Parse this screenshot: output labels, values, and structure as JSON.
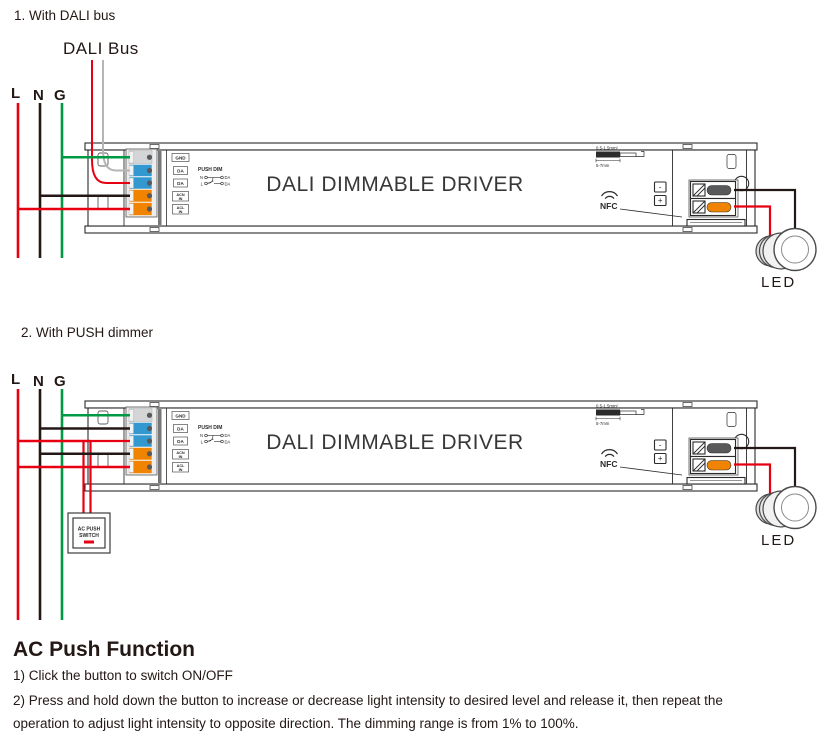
{
  "colors": {
    "live_wire": "#e60012",
    "neutral_wire": "#231815",
    "ground_wire": "#009a44",
    "dali_wire_red": "#e60012",
    "dali_wire_gray": "#b5b5b6",
    "terminal_blue": "#3498d0",
    "terminal_orange": "#f08300",
    "outline": "#2b2b2b"
  },
  "section1": {
    "title": "1. With DALI bus",
    "bus_label": "DALI Bus",
    "l": "L",
    "n": "N",
    "g": "G",
    "led": "LED"
  },
  "section2": {
    "title": "2. With PUSH dimmer",
    "l": "L",
    "n": "N",
    "g": "G",
    "led": "LED",
    "switch_line1": "AC PUSH",
    "switch_line2": "SWITCH"
  },
  "driver": {
    "title": "DALI DIMMABLE DRIVER",
    "terminals": {
      "t1": "GND",
      "t2": "DA",
      "t3": "DA",
      "t4a": "ACN",
      "t4b": "IN",
      "t5a": "ACL",
      "t5b": "IN"
    },
    "push_dim": {
      "title": "PUSH DIM",
      "n": "N",
      "l": "L",
      "da1": "DA",
      "da2": "DA"
    },
    "wire_spec": {
      "range": "0.5-1.5mm²",
      "strip": "5-7mm"
    },
    "nfc": "NFC",
    "minus": "-",
    "plus": "+"
  },
  "footer": {
    "heading": "AC Push Function",
    "line1": "1) Click the button to switch ON/OFF",
    "line2": "2) Press and hold down the button to increase or decrease light intensity to desired level and release it, then repeat the",
    "line3": "operation to adjust light intensity to opposite direction. The dimming range is from 1% to 100%."
  }
}
